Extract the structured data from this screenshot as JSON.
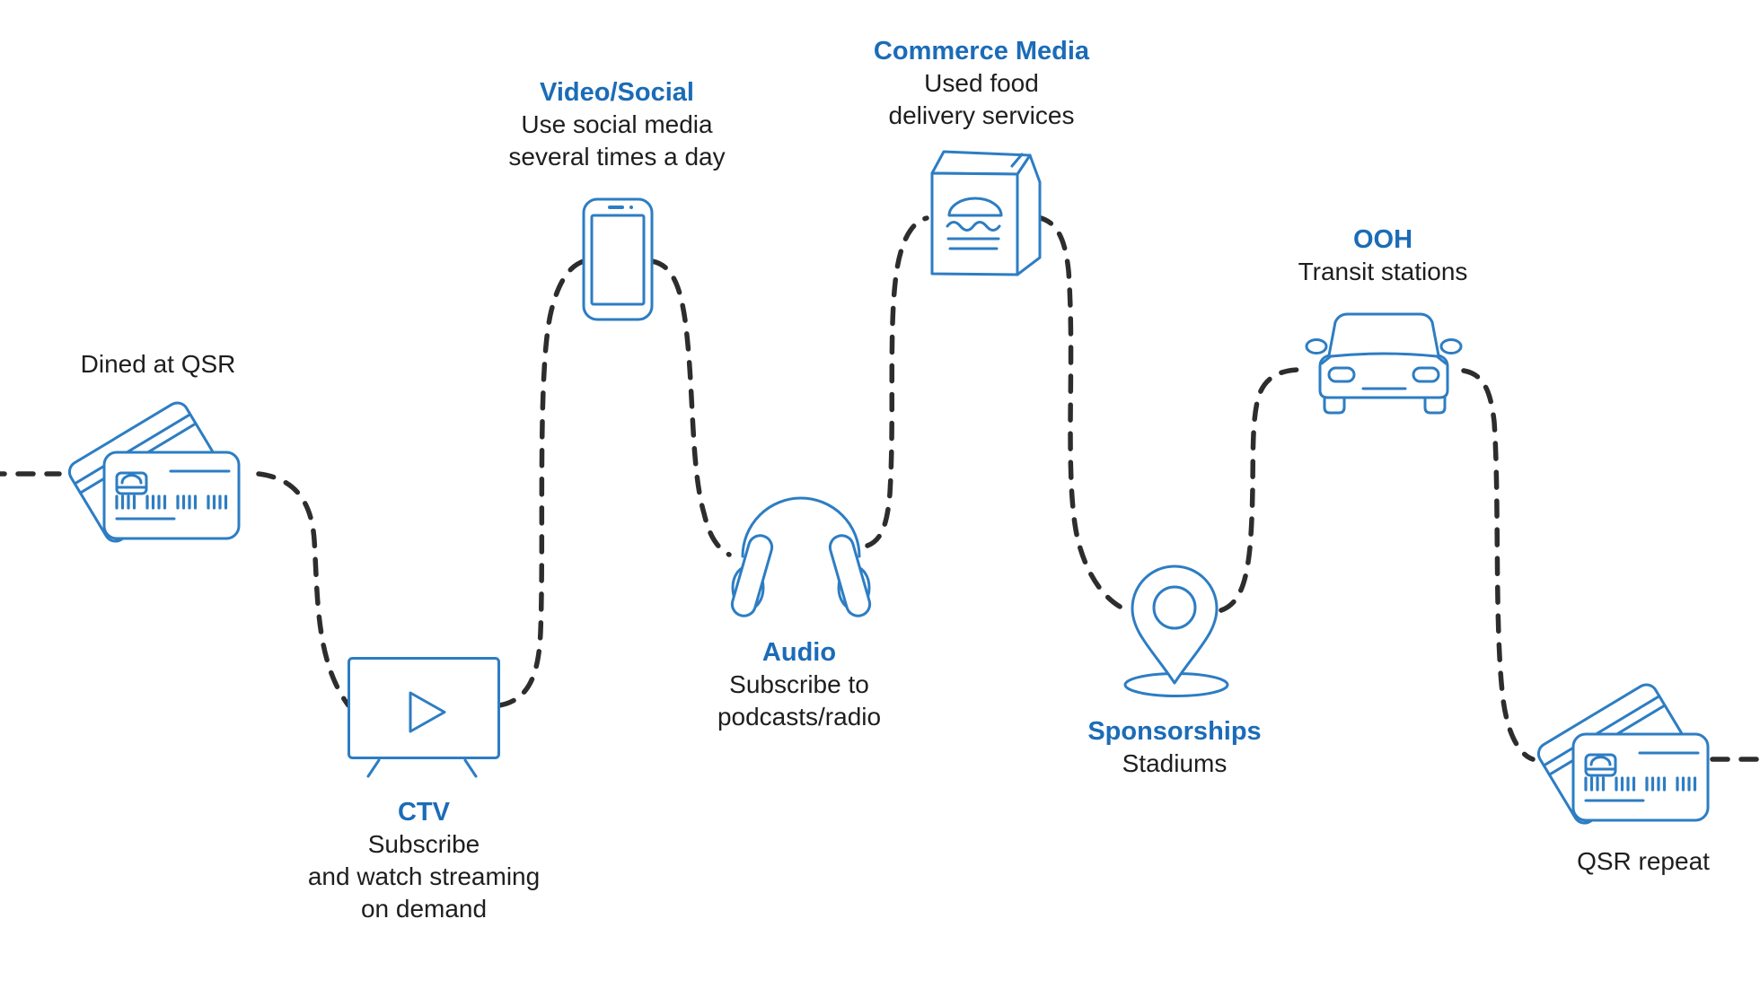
{
  "journey": {
    "start": {
      "label": "Dined at QSR",
      "icon": "credit-cards-icon"
    },
    "stops": [
      {
        "title": "CTV",
        "lines": [
          "Subscribe",
          "and watch streaming",
          "on demand"
        ],
        "icon": "tv-play-icon"
      },
      {
        "title": "Video/Social",
        "lines": [
          "Use social media",
          "several times a day"
        ],
        "icon": "smartphone-icon"
      },
      {
        "title": "Audio",
        "lines": [
          "Subscribe to",
          "podcasts/radio"
        ],
        "icon": "headphones-icon"
      },
      {
        "title": "Commerce Media",
        "lines": [
          "Used food",
          "delivery services"
        ],
        "icon": "food-delivery-bag-icon"
      },
      {
        "title": "Sponsorships",
        "lines": [
          "Stadiums"
        ],
        "icon": "location-pin-icon"
      },
      {
        "title": "OOH",
        "lines": [
          "Transit stations"
        ],
        "icon": "car-icon"
      }
    ],
    "end": {
      "label": "QSR repeat",
      "icon": "credit-cards-icon"
    },
    "path_style": "dashed",
    "colors": {
      "title_blue": "#1b6cb7",
      "icon_blue": "#2d7dc3",
      "path_dark": "#2d2d2d",
      "text_dark": "#1e1e1e",
      "background": "#ffffff"
    }
  }
}
